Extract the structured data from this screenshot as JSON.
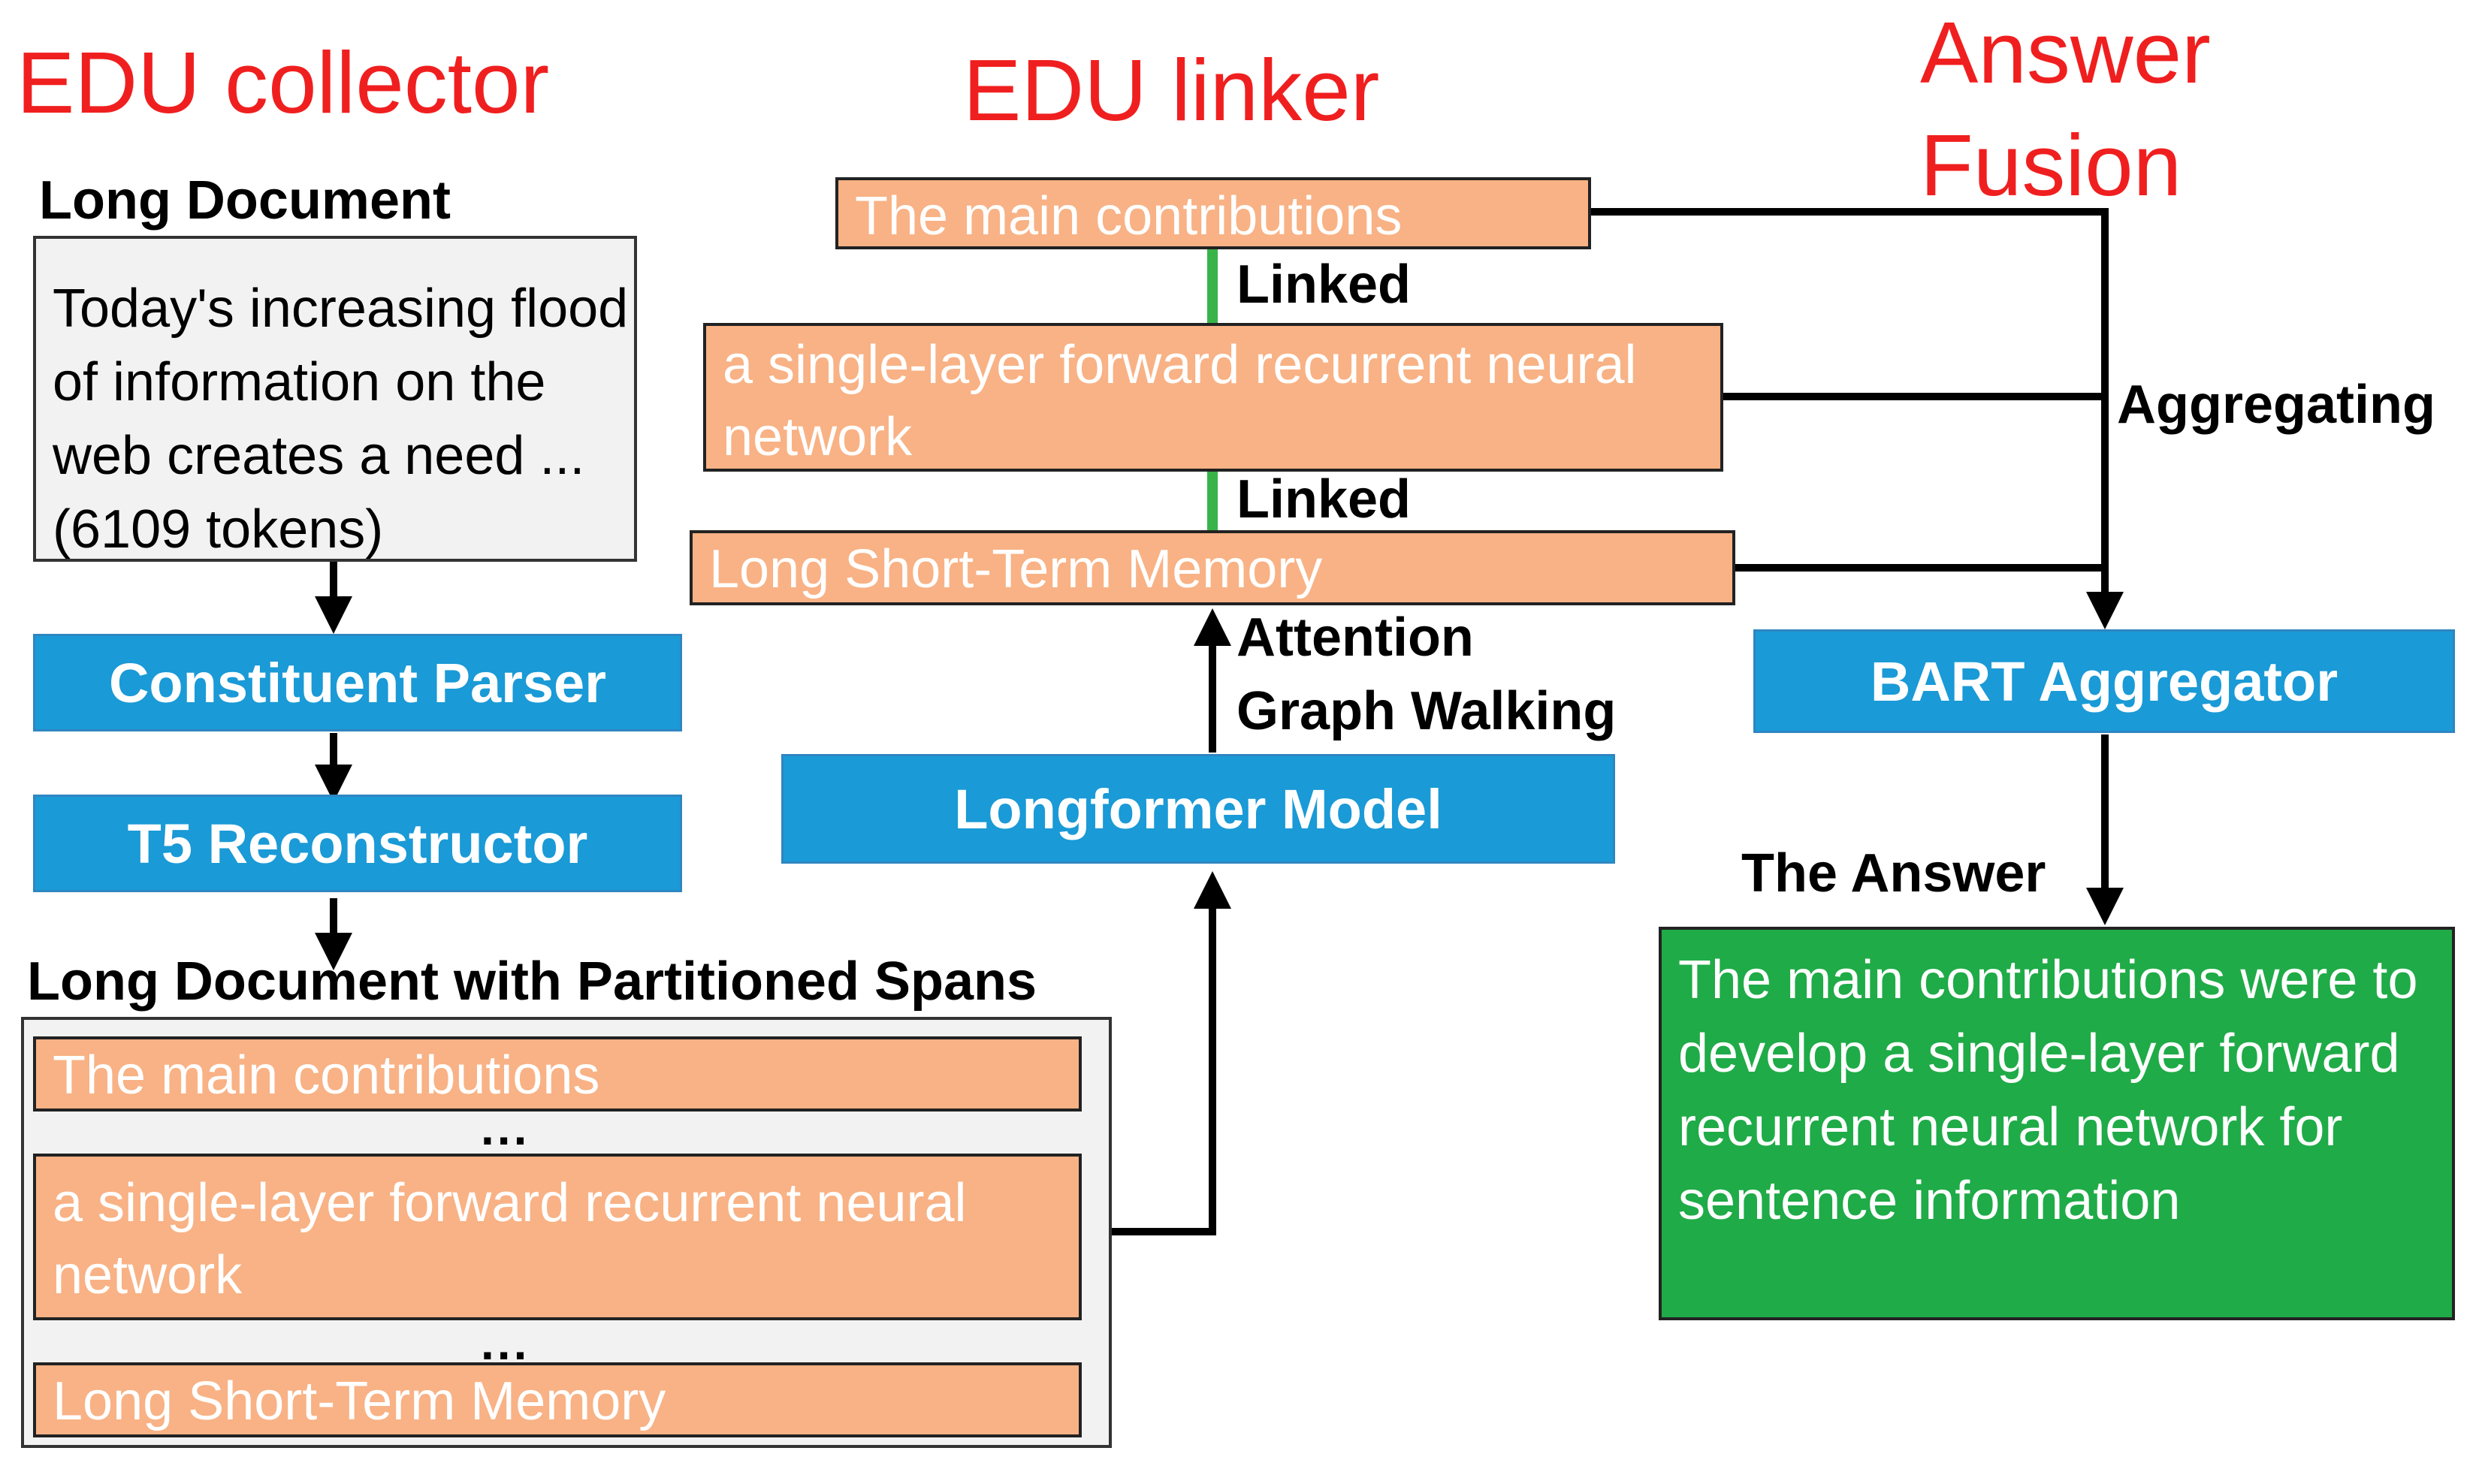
{
  "titles": {
    "collector": "EDU collector",
    "linker": "EDU linker",
    "fusion_line1": "Answer",
    "fusion_line2": "Fusion"
  },
  "collector": {
    "long_document_label": "Long Document",
    "document_text": "Today's increasing flood of information on the web creates a need ... (6109 tokens)",
    "constituent_parser": "Constituent Parser",
    "t5_reconstructor": "T5 Reconstructor",
    "partitioned_label": "Long Document with Partitioned Spans",
    "spans": [
      "The main contributions",
      "a single-layer forward recurrent neural network",
      "Long Short-Term Memory"
    ],
    "ellipsis": "..."
  },
  "linker": {
    "edus": [
      "The main contributions",
      "a single-layer forward recurrent neural network",
      "Long Short-Term Memory"
    ],
    "linked_label": "Linked",
    "attention_label_line1": "Attention",
    "attention_label_line2": "Graph Walking",
    "longformer_model": "Longformer Model"
  },
  "fusion": {
    "aggregating_label": "Aggregating",
    "bart_aggregator": "BART Aggregator",
    "answer_label": "The Answer",
    "answer_text": "The main contributions were to develop a single-layer forward recurrent neural network for sentence information"
  },
  "colors": {
    "title_red": "#f01f1f",
    "process_blue": "#1a9ad6",
    "span_orange": "#f8b285",
    "answer_green": "#1fab47",
    "link_green": "#37b34a"
  }
}
